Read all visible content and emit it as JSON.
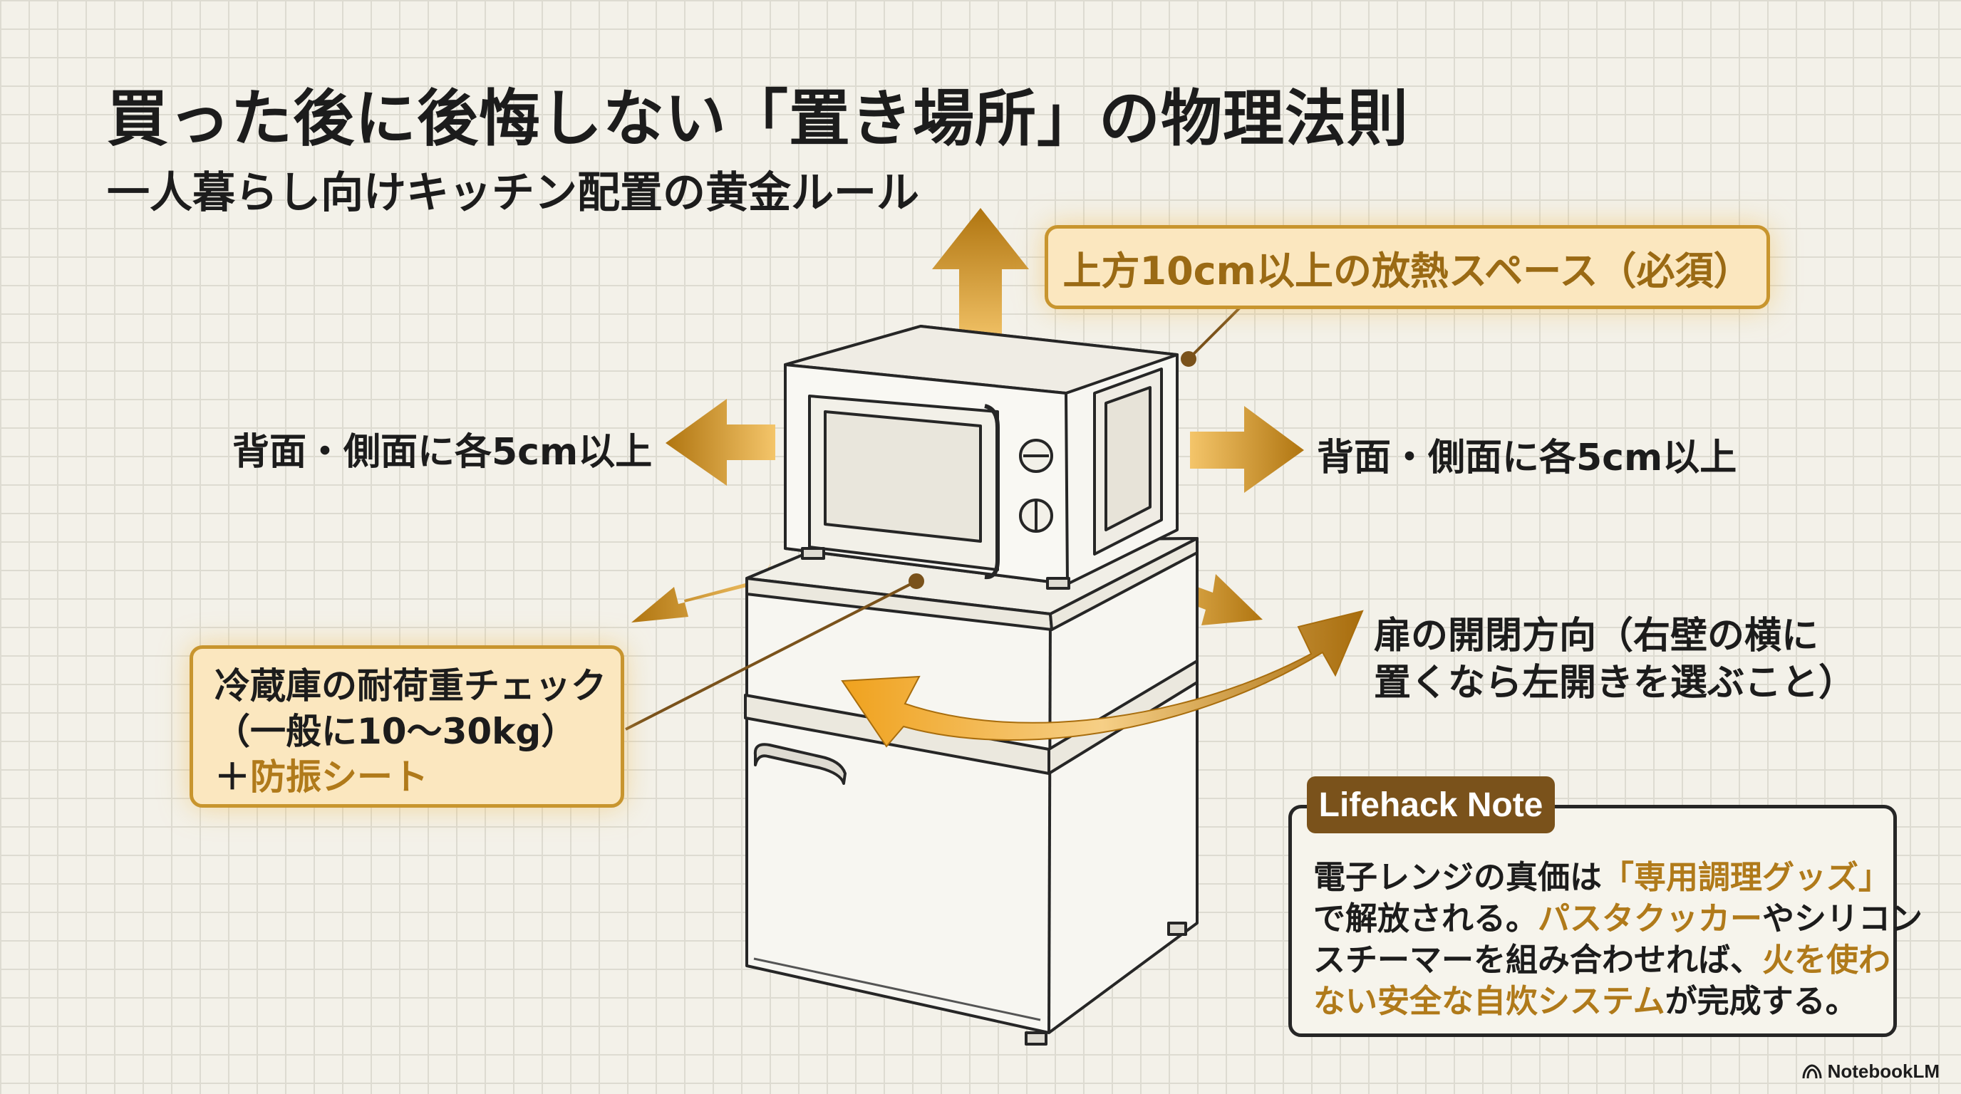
{
  "header": {
    "title": "買った後に後悔しない「置き場所」の物理法則",
    "subtitle": "一人暮らし向けキッチン配置の黄金ルール"
  },
  "labels": {
    "heat_space": "上方10cm以上の放熱スペース（必須）",
    "side_left": "背面・側面に各5cm以上",
    "side_right": "背面・側面に各5cm以上",
    "door_line1": "扉の開閉方向（右壁の横に",
    "door_line2": "置くなら左開きを選ぶこと）"
  },
  "load_check": {
    "line1": "冷蔵庫の耐荷重チェック",
    "line2": "（一般に10〜30kg）",
    "plus": "＋",
    "highlight": "防振シート"
  },
  "note": {
    "tag": "Lifehack Note",
    "p1_a": "電子レンジの真価は",
    "p1_b": "「専用調理グッズ」",
    "p2_a": "で解放される。",
    "p2_b": "パスタクッカー",
    "p2_c": "やシリコン",
    "p3_a": "スチーマーを組み合わせれば、",
    "p3_b": "火を使わ",
    "p4_a": "ない安全な自炊システム",
    "p4_b": "が完成する。"
  },
  "brand": {
    "name": "NotebookLM",
    "icon": "notebooklm-logo-icon"
  },
  "colors": {
    "accent": "#d99a2b",
    "accent_dark": "#9a6a14",
    "callout_fill": "#fbe7bf",
    "note_tag": "#7a521b",
    "line": "#262626"
  }
}
